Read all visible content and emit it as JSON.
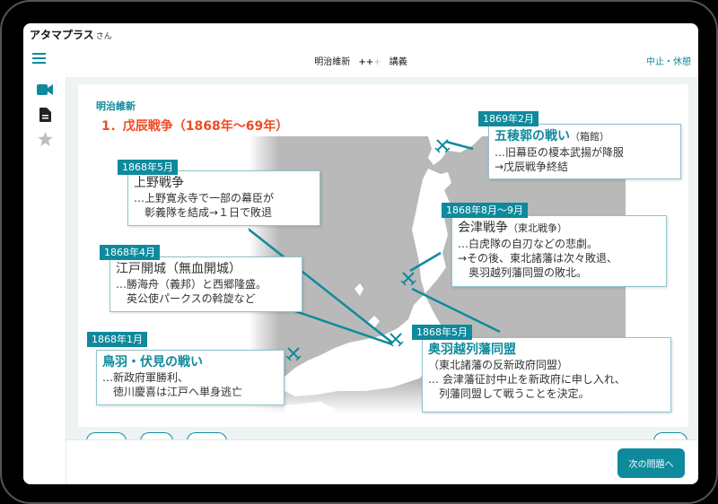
{
  "user": {
    "name": "アタマプラス",
    "suffix": "さん"
  },
  "nav": {
    "title_left": "明治維新",
    "plus_on": "++",
    "plus_off": "+",
    "title_right": "講義",
    "right_link": "中止・休憩"
  },
  "sidebar": {
    "items": [
      {
        "name": "video",
        "icon": "video-camera-icon",
        "active": true
      },
      {
        "name": "document",
        "icon": "document-icon",
        "active": false
      },
      {
        "name": "star",
        "icon": "star-icon",
        "active": false
      }
    ]
  },
  "slide": {
    "subtitle": "明治維新",
    "title": "1．戊辰戦争（1868年〜69年）",
    "cards": [
      {
        "id": "ueno",
        "date": "1868年5月",
        "title": "上野戦争",
        "title_note": "",
        "bold": false,
        "lines": [
          "…上野寛永寺で一部の幕臣が",
          "彰義隊を結成→１日で敗退"
        ]
      },
      {
        "id": "edo",
        "date": "1868年4月",
        "title": "江戸開城（無血開城）",
        "title_note": "",
        "bold": false,
        "lines": [
          "…勝海舟（義邦）と西郷隆盛。",
          "英公使パークスの斡旋など"
        ]
      },
      {
        "id": "tobafushimi",
        "date": "1868年1月",
        "title": "鳥羽・伏見の戦い",
        "title_note": "",
        "bold": true,
        "lines": [
          "…新政府軍勝利、",
          "徳川慶喜は江戸へ単身逃亡"
        ]
      },
      {
        "id": "goryokaku",
        "date": "1869年2月",
        "title": "五稜郭の戦い",
        "title_note": "（箱館）",
        "bold": true,
        "lines": [
          "…旧幕臣の榎本武揚が降服",
          "→戊辰戦争終結"
        ]
      },
      {
        "id": "aizu",
        "date": "1868年8月〜9月",
        "title": "会津戦争",
        "title_note": "（東北戦争）",
        "bold": false,
        "lines": [
          "…白虎隊の自刃などの悲劇。",
          "→その後、東北諸藩は次々敗退、",
          "奥羽越列藩同盟の敗北。"
        ]
      },
      {
        "id": "ouetsu",
        "date": "1868年5月",
        "title": "奥羽越列藩同盟",
        "title_note": "",
        "bold": true,
        "lines": [
          "（東北諸藩の反新政府同盟）",
          "… 会津藩征討中止を新政府に申し入れ、",
          "列藩同盟して戦うことを決定。"
        ]
      }
    ]
  },
  "bottom": {
    "next_label": "次の問題へ"
  },
  "colors": {
    "accent": "#0f8a9c",
    "title_red": "#f04a23",
    "bg": "#eef3f4",
    "sea": "#b9b9b9"
  }
}
